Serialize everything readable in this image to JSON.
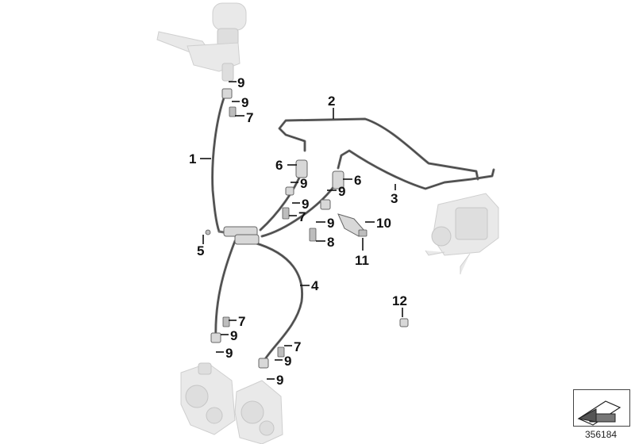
{
  "diagram": {
    "callouts": {
      "c1": "1",
      "c2": "2",
      "c3": "3",
      "c4": "4",
      "c5": "5",
      "c6": "6",
      "c7": "7",
      "c8": "8",
      "c9": "9",
      "c10": "10",
      "c11": "11",
      "c12": "12"
    },
    "reference_number": "356184",
    "nav_icon": "arrow-down-left-icon"
  }
}
